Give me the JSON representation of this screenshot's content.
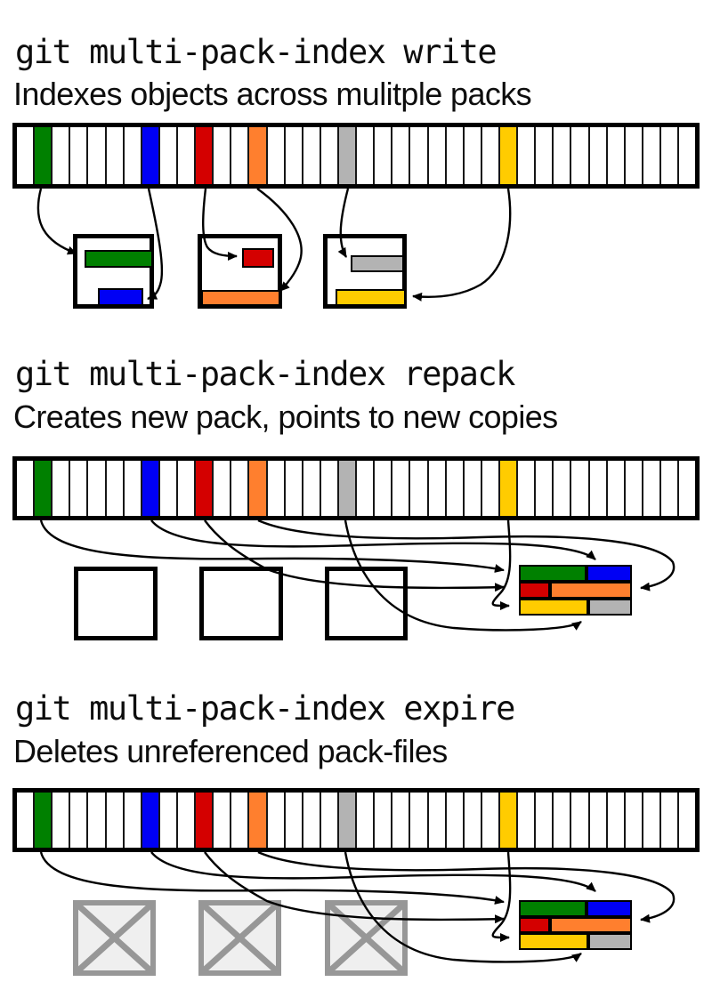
{
  "palette": {
    "green": "#008000",
    "blue": "#0000f5",
    "red": "#d40000",
    "orange": "#ff7f2e",
    "gray": "#b3b3b3",
    "yellow": "#ffcc00",
    "xbox_stroke": "#979797",
    "xbox_fill": "#efefef",
    "arrow": "#000000"
  },
  "bar": {
    "cell_count": 38,
    "colored_cells": [
      {
        "index": 2,
        "color": "green"
      },
      {
        "index": 8,
        "color": "blue"
      },
      {
        "index": 11,
        "color": "red"
      },
      {
        "index": 14,
        "color": "orange"
      },
      {
        "index": 19,
        "color": "gray"
      },
      {
        "index": 28,
        "color": "yellow"
      }
    ]
  },
  "sections": [
    {
      "command": "git multi-pack-index write",
      "description": "Indexes objects across mulitple packs"
    },
    {
      "command": "git multi-pack-index repack",
      "description": "Creates new pack, points to new copies"
    },
    {
      "command": "git multi-pack-index expire",
      "description": "Deletes unreferenced pack-files"
    }
  ],
  "write_packs": [
    {
      "objects": [
        "green",
        "blue"
      ]
    },
    {
      "objects": [
        "red",
        "orange"
      ]
    },
    {
      "objects": [
        "gray",
        "yellow"
      ]
    }
  ],
  "new_pack": {
    "rows": [
      [
        {
          "color": "green",
          "flex": 77
        },
        {
          "color": "blue",
          "flex": 50
        }
      ],
      [
        {
          "color": "red",
          "flex": 33
        },
        {
          "color": "orange",
          "flex": 94
        }
      ],
      [
        {
          "color": "yellow",
          "flex": 79
        },
        {
          "color": "gray",
          "flex": 48
        }
      ]
    ]
  }
}
